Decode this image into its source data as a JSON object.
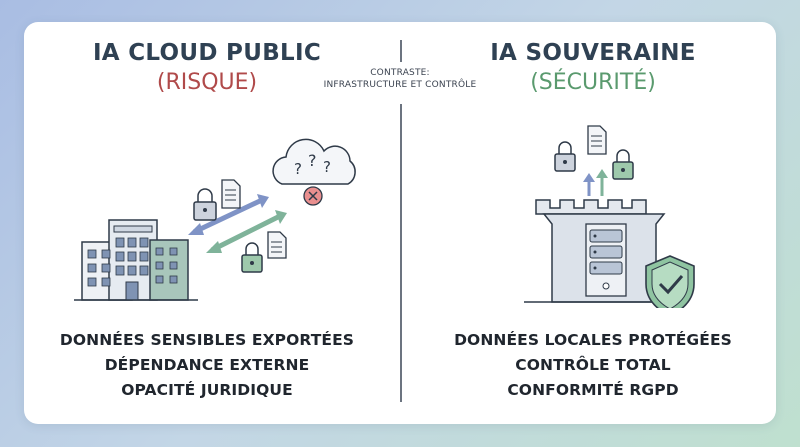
{
  "left": {
    "title": "IA CLOUD PUBLIC",
    "subtitle": "(RISQUE)",
    "subtitle_color": "#b04a4a",
    "points": [
      "DONNÉES SENSIBLES EXPORTÉES",
      "DÉPENDANCE EXTERNE",
      "OPACITÉ JURIDIQUE"
    ],
    "icons": [
      "building-icon",
      "cloud-question-icon",
      "error-icon",
      "lock-icon",
      "document-icon",
      "bidirectional-arrow-icon"
    ]
  },
  "center": {
    "label_line1": "CONTRASTE:",
    "label_line2": "INFRASTRUCTURE ET CONTRÔLE"
  },
  "right": {
    "title": "IA SOUVERAINE",
    "subtitle": "(SÉCURITÉ)",
    "subtitle_color": "#5a9a6e",
    "points": [
      "DONNÉES LOCALES PROTÉGÉES",
      "CONTRÔLE TOTAL",
      "CONFORMITÉ RGPD"
    ],
    "icons": [
      "fortress-server-icon",
      "shield-check-icon",
      "lock-icon",
      "document-icon",
      "upload-arrows-icon"
    ]
  }
}
